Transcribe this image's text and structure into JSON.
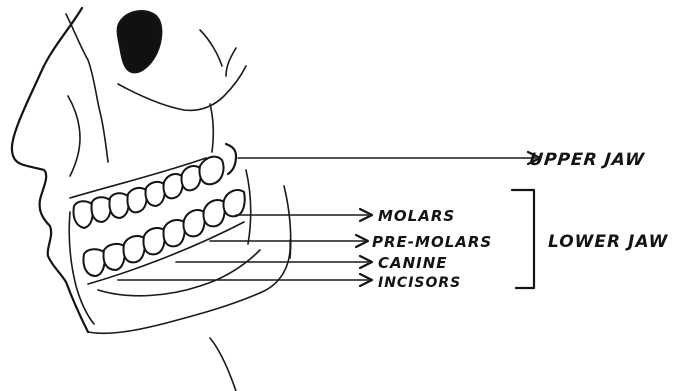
{
  "diagram": {
    "labels": {
      "upper_jaw": "UPPER JAW",
      "lower_jaw": "LOWER JAW",
      "molars": "MOLARS",
      "pre_molars": "PRE-MOLARS",
      "canine": "CANINE",
      "incisors": "INCISORS"
    },
    "colors": {
      "ink": "#141414",
      "paper": "#ffffff"
    }
  }
}
